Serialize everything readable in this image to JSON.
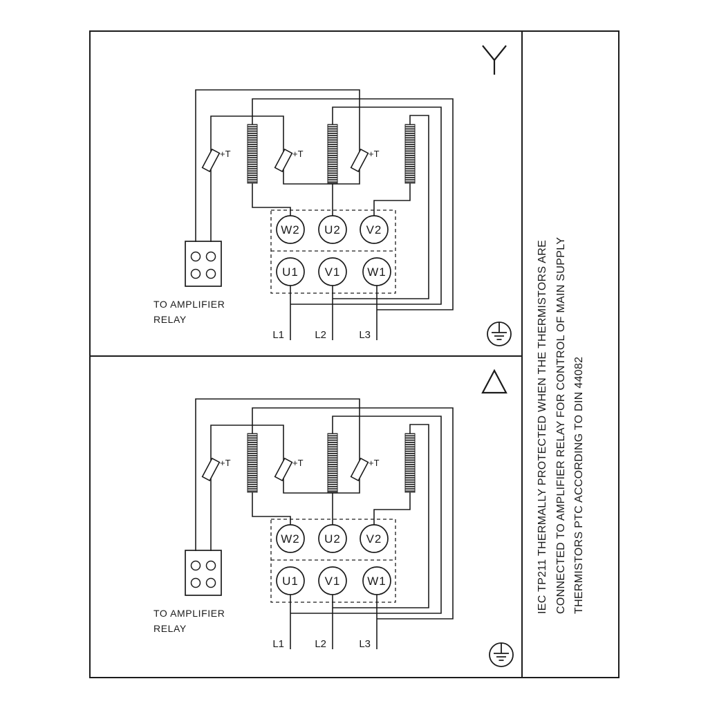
{
  "panels": [
    {
      "name": "star",
      "connection_icon": "wye-star-icon",
      "thermistor_labels": [
        "+T",
        "+T",
        "+T"
      ],
      "terminals_top": [
        "W2",
        "U2",
        "V2"
      ],
      "terminals_bottom": [
        "U1",
        "V1",
        "W1"
      ],
      "supply_labels": [
        "L1",
        "L2",
        "L3"
      ],
      "relay_caption_line1": "TO AMPLIFIER",
      "relay_caption_line2": "RELAY",
      "ground_icon": "earth-ground-icon"
    },
    {
      "name": "delta",
      "connection_icon": "delta-icon",
      "thermistor_labels": [
        "+T",
        "+T",
        "+T"
      ],
      "terminals_top": [
        "W2",
        "U2",
        "V2"
      ],
      "terminals_bottom": [
        "U1",
        "V1",
        "W1"
      ],
      "supply_labels": [
        "L1",
        "L2",
        "L3"
      ],
      "relay_caption_line1": "TO AMPLIFIER",
      "relay_caption_line2": "RELAY",
      "ground_icon": "earth-ground-icon"
    }
  ],
  "side_note": {
    "lines": [
      "IEC TP211 THERMALLY PROTECTED WHEN THE THERMISTORS ARE",
      "CONNECTED TO AMPLIFIER RELAY FOR CONTROL OF MAIN SUPPLY",
      "THERMISTORS PTC ACCORDING TO DIN 44082"
    ]
  },
  "colors": {
    "line": "#1b1b1b",
    "background": "#ffffff"
  }
}
